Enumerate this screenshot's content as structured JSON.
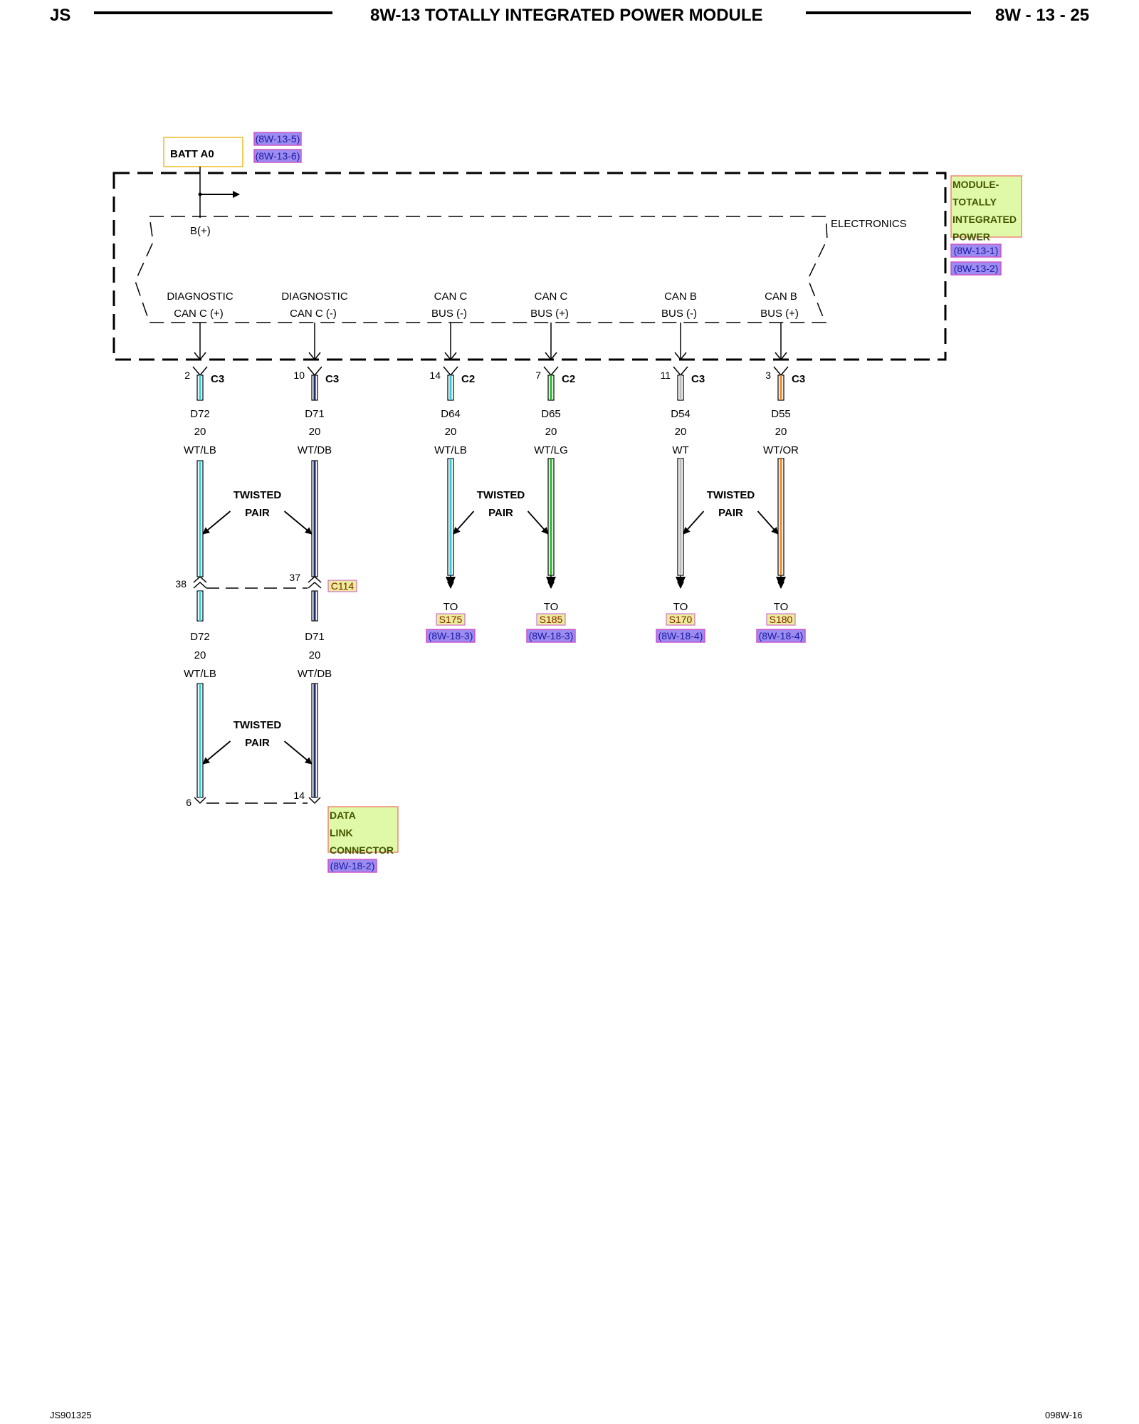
{
  "header": {
    "left": "JS",
    "title": "8W-13 TOTALLY INTEGRATED POWER MODULE",
    "page": "8W - 13 - 25"
  },
  "footer": {
    "left": "JS901325",
    "right": "098W-16"
  },
  "colors": {
    "lb": "#33ccdd",
    "db": "#1a2a66",
    "lg": "#22bb22",
    "wt": "#bbbbbb",
    "or": "#ee8822",
    "ref_fill": "#9c8cf0",
    "ref_border": "#cc55cc",
    "ref_text": "#1a1aa6",
    "label_fill": "#dff9a8",
    "label_border": "#ee8877",
    "label_text": "#445500",
    "batt_border": "#f2cc55",
    "splice_fill": "#e8ee99"
  },
  "batt": {
    "label": "BATT A0",
    "refs": [
      "(8W-13-5)",
      "(8W-13-6)"
    ]
  },
  "module": {
    "name_lines": [
      "MODULE-",
      "TOTALLY",
      "INTEGRATED",
      "POWER"
    ],
    "refs": [
      "(8W-13-1)",
      "(8W-13-2)"
    ],
    "electronics": "ELECTRONICS",
    "bplus": "B(+)"
  },
  "pins": [
    {
      "l1": "DIAGNOSTIC",
      "l2": "CAN C (+)",
      "pin": "2",
      "conn": "C3",
      "circuit": "D72",
      "gauge": "20",
      "color_label": "WT/LB",
      "color": "lb"
    },
    {
      "l1": "DIAGNOSTIC",
      "l2": "CAN C (-)",
      "pin": "10",
      "conn": "C3",
      "circuit": "D71",
      "gauge": "20",
      "color_label": "WT/DB",
      "color": "db"
    },
    {
      "l1": "CAN C",
      "l2": "BUS (-)",
      "pin": "14",
      "conn": "C2",
      "circuit": "D64",
      "gauge": "20",
      "color_label": "WT/LB",
      "color": "lb"
    },
    {
      "l1": "CAN C",
      "l2": "BUS (+)",
      "pin": "7",
      "conn": "C2",
      "circuit": "D65",
      "gauge": "20",
      "color_label": "WT/LG",
      "color": "lg"
    },
    {
      "l1": "CAN B",
      "l2": "BUS (-)",
      "pin": "11",
      "conn": "C3",
      "circuit": "D54",
      "gauge": "20",
      "color_label": "WT",
      "color": "wt"
    },
    {
      "l1": "CAN B",
      "l2": "BUS (+)",
      "pin": "3",
      "conn": "C3",
      "circuit": "D55",
      "gauge": "20",
      "color_label": "WT/OR",
      "color": "or"
    }
  ],
  "twisted_pair": {
    "l1": "TWISTED",
    "l2": "PAIR"
  },
  "destinations": [
    {
      "to": "TO",
      "splice": "S175",
      "ref": "(8W-18-3)"
    },
    {
      "to": "TO",
      "splice": "S185",
      "ref": "(8W-18-3)"
    },
    {
      "to": "TO",
      "splice": "S170",
      "ref": "(8W-18-4)"
    },
    {
      "to": "TO",
      "splice": "S180",
      "ref": "(8W-18-4)"
    }
  ],
  "c114": {
    "name": "C114",
    "pins": [
      "38",
      "37"
    ]
  },
  "lower_wires": [
    {
      "circuit": "D72",
      "gauge": "20",
      "color_label": "WT/LB",
      "color": "lb"
    },
    {
      "circuit": "D71",
      "gauge": "20",
      "color_label": "WT/DB",
      "color": "db"
    }
  ],
  "dlc": {
    "pins": [
      "6",
      "14"
    ],
    "name_lines": [
      "DATA",
      "LINK",
      "CONNECTOR"
    ],
    "ref": "(8W-18-2)"
  }
}
